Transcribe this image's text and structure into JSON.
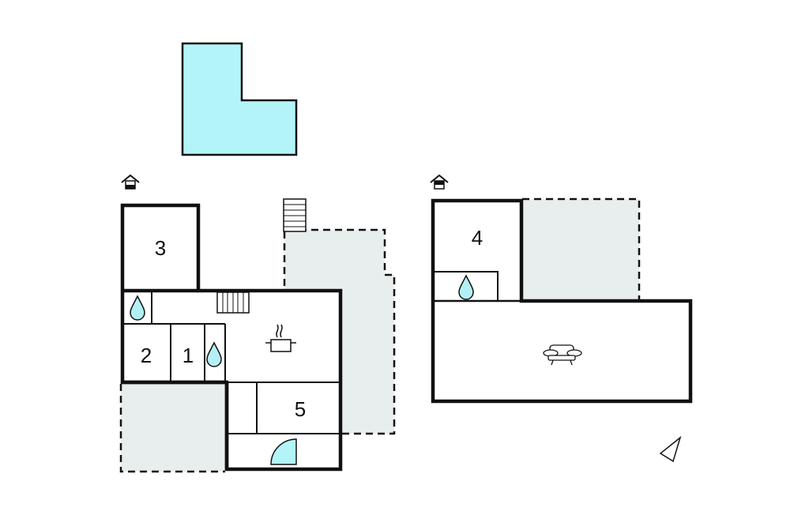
{
  "colors": {
    "pool": "#b3f4f8",
    "water": "#b3f0f5",
    "terrace": "#e8eeee",
    "wall": "#111111"
  },
  "rooms": {
    "ground": [
      {
        "label": "3"
      },
      {
        "label": "2"
      },
      {
        "label": "1"
      },
      {
        "label": "5"
      }
    ],
    "upper": [
      {
        "label": "4"
      }
    ]
  }
}
